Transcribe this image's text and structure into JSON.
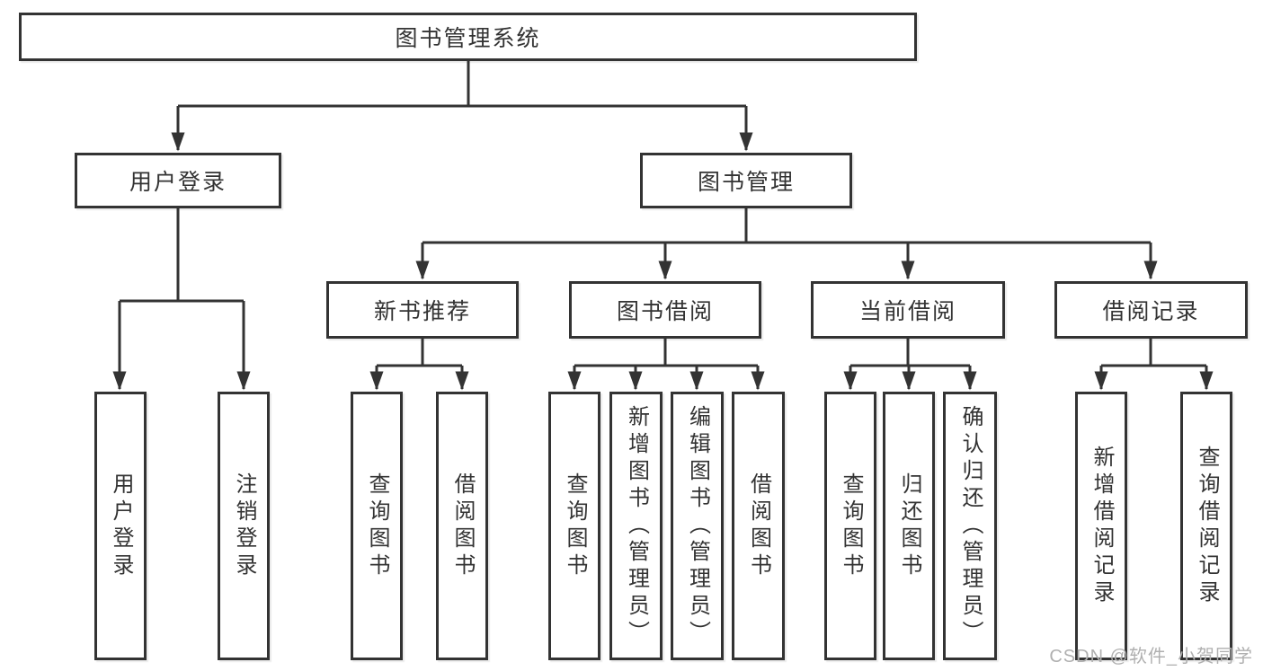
{
  "diagram": {
    "root": "图书管理系统",
    "branches": {
      "user_login": "用户登录",
      "book_management": "图书管理"
    },
    "modules": {
      "new_book": "新书推荐",
      "borrow": "图书借阅",
      "current": "当前借阅",
      "records": "借阅记录"
    },
    "leaves": {
      "user_login": [
        "用户登录",
        "注销登录"
      ],
      "new_book": [
        "查询图书",
        "借阅图书"
      ],
      "borrow": [
        "查询图书",
        "新增图书（管理员）",
        "编辑图书（管理员）",
        "借阅图书"
      ],
      "current": [
        "查询图书",
        "归还图书",
        "确认归还（管理员）"
      ],
      "records": [
        "新增借阅记录",
        "查询借阅记录"
      ]
    }
  },
  "watermark": "CSDN @软件_小贺同学",
  "colors": {
    "line": "#333333",
    "text": "#333333",
    "box_fill": "#ffffff",
    "watermark": "#b0b0b0",
    "background": "#ffffff"
  }
}
